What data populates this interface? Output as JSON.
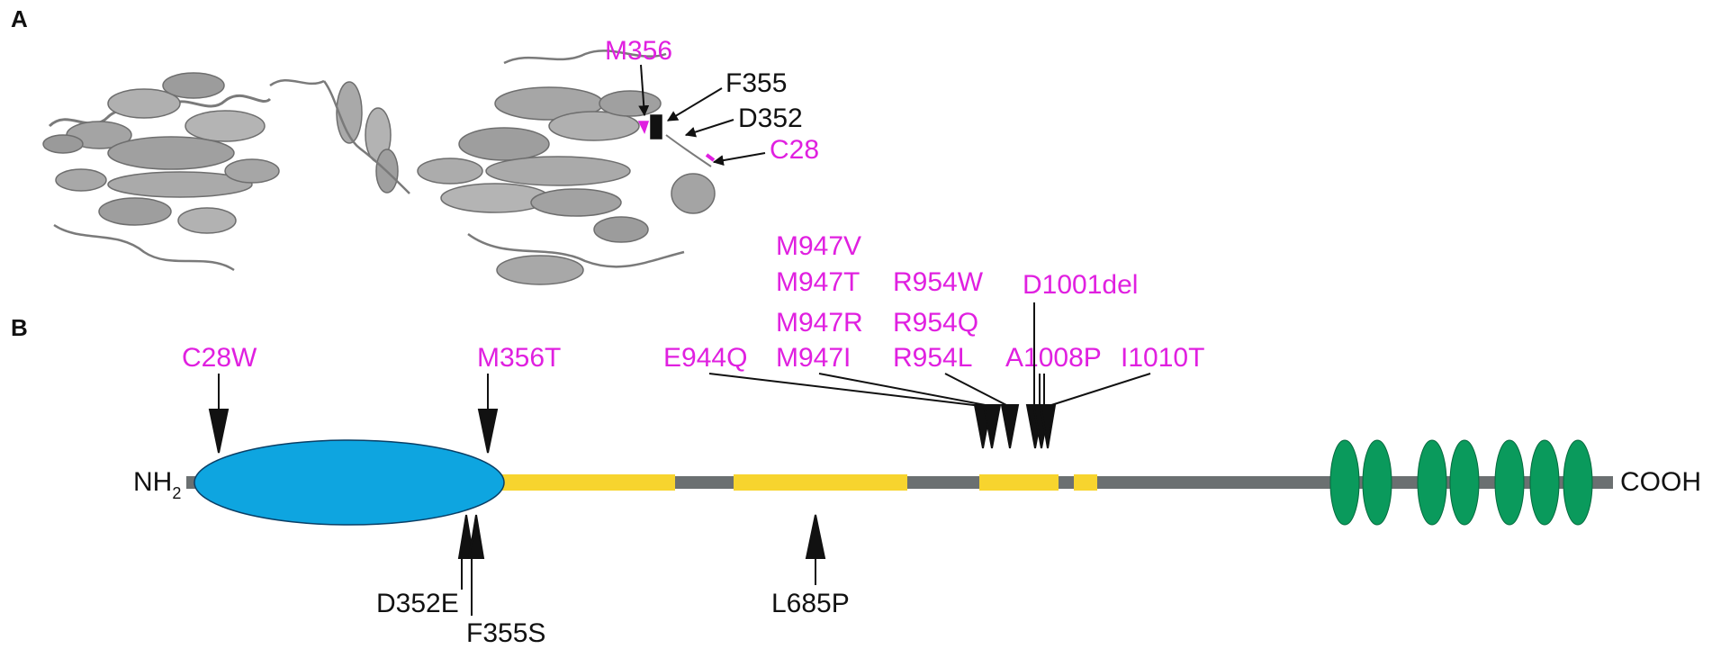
{
  "panels": {
    "a": "A",
    "b": "B"
  },
  "colors": {
    "highlight": "#e020e0",
    "label": "#111111",
    "backbone": "#6b7071",
    "catalytic_domain": "#0ea5e0",
    "coiled_coil": "#f7d42e",
    "transmembrane": "#0a9a5c",
    "protein_structure": "#9a9a9a"
  },
  "structure": {
    "labels": {
      "m356": "M356",
      "f355": "F355",
      "d352": "D352",
      "c28": "C28"
    }
  },
  "schematic": {
    "n_terminus": "NH",
    "n_terminus_sub": "2",
    "c_terminus": "COOH",
    "top_mutations": {
      "c28w": "C28W",
      "m356t": "M356T",
      "e944q": "E944Q",
      "m947v": "M947V",
      "m947t": "M947T",
      "m947r": "M947R",
      "m947i": "M947I",
      "r954w": "R954W",
      "r954q": "R954Q",
      "r954l": "R954L",
      "d1001del": "D1001del",
      "a1008p": "A1008P",
      "i1010t": "I1010T"
    },
    "bottom_mutations": {
      "d352e": "D352E",
      "f355s": "F355S",
      "l685p": "L685P"
    },
    "transmembrane_count": 7
  }
}
